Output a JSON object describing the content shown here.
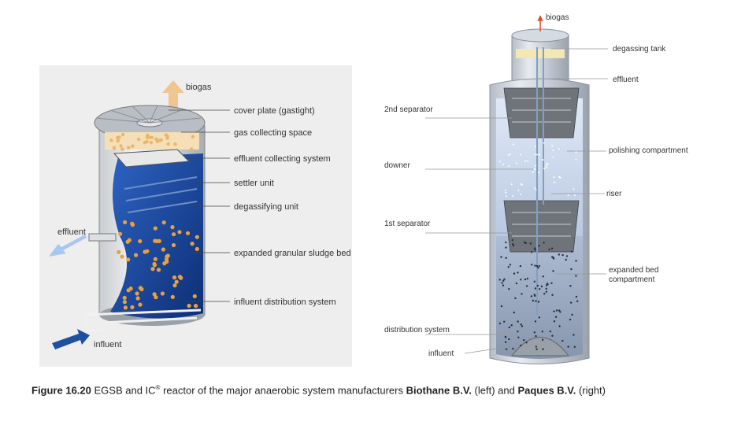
{
  "left_figure": {
    "labels": {
      "biogas": "biogas",
      "cover_plate": "cover plate (gastight)",
      "gas_collecting_space": "gas collecting space",
      "effluent_collecting_system": "effluent collecting system",
      "settler_unit": "settler unit",
      "degassifying_unit": "degassifying unit",
      "expanded_granular_sludge_bed": "expanded granular sludge bed",
      "influent_distribution_system": "influent distribution system",
      "effluent": "effluent",
      "influent": "influent"
    }
  },
  "right_figure": {
    "labels": {
      "biogas": "biogas",
      "degassing_tank": "degassing tank",
      "effluent": "effluent",
      "second_separator": "2nd separator",
      "polishing_compartment": "polishing compartment",
      "downer": "downer",
      "riser": "riser",
      "first_separator": "1st separator",
      "expanded_bed_line1": "expanded bed",
      "expanded_bed_line2": "compartment",
      "distribution_system": "distribution system",
      "influent": "influent"
    }
  },
  "caption": {
    "figure_number": "Figure 16.20",
    "text_before": "EGSB and IC",
    "superscript": "®",
    "text_after": " reactor of the major anaerobic system manufacturers ",
    "company1": "Biothane B.V.",
    "text_mid": " (left) and ",
    "company2": "Paques B.V.",
    "text_end": " (right)"
  },
  "colors": {
    "blue_dark": "#1f4fa0",
    "blue_light": "#6b9fe0",
    "orange": "#e8a040",
    "arrow_red": "#e04a2a",
    "leader": "#999999"
  }
}
